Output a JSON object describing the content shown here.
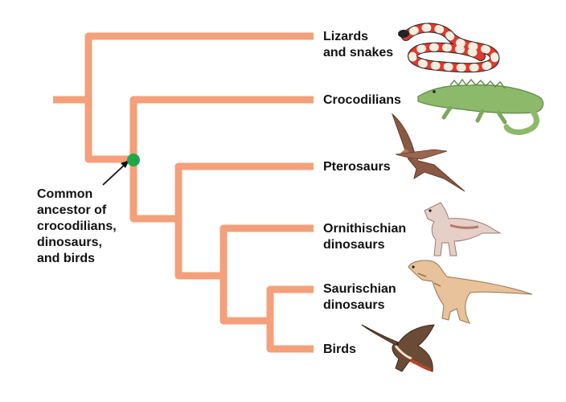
{
  "colors": {
    "branch": "#F4A07A",
    "ancestor_node": "#1FA84A",
    "text": "#111111"
  },
  "taxa": [
    {
      "lines": [
        "Lizards",
        "and snakes"
      ],
      "icon": "snake-icon"
    },
    {
      "lines": [
        "Crocodilians"
      ],
      "icon": "crocodile-icon"
    },
    {
      "lines": [
        "Pterosaurs"
      ],
      "icon": "pterosaur-icon"
    },
    {
      "lines": [
        "Ornithischian",
        "dinosaurs"
      ],
      "icon": "ornithischian-icon"
    },
    {
      "lines": [
        "Saurischian",
        "dinosaurs"
      ],
      "icon": "saurischian-icon"
    },
    {
      "lines": [
        "Birds"
      ],
      "icon": "bird-icon"
    }
  ],
  "ancestor_label": [
    "Common",
    "ancestor of",
    "crocodilians,",
    "dinosaurs,",
    "and birds"
  ]
}
